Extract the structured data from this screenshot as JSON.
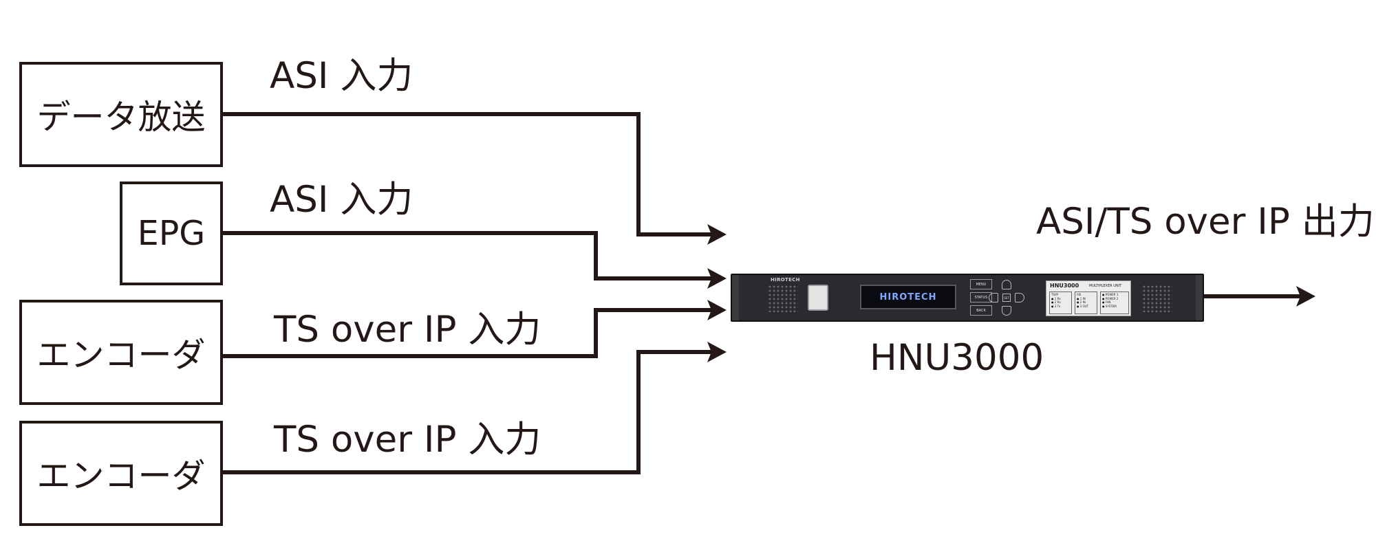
{
  "sources": [
    {
      "name": "データ放送",
      "input_label": "ASI 入力"
    },
    {
      "name": "EPG",
      "input_label": "ASI 入力"
    },
    {
      "name": "エンコーダ",
      "input_label": "TS over IP 入力"
    },
    {
      "name": "エンコーダ",
      "input_label": "TS over IP 入力"
    }
  ],
  "output_label": "ASI/TS over IP 出力",
  "device": {
    "name": "HNU3000",
    "brand_small": "HIROTECH",
    "display_text": "HIROTECH",
    "buttons": [
      "MENU",
      "STATUS",
      "BACK"
    ],
    "set_label": "SET",
    "panel_model": "HNU3000",
    "panel_unit": "MULTIPLEXER UNIT",
    "panel_columns": [
      {
        "title": "TS/IP",
        "items": [
          "● 1 Rx",
          "● 2 Rx",
          "● 3 Tx"
        ]
      },
      {
        "title": "ASI",
        "items": [
          "● 1 IN",
          "● 2 IN",
          "● 3 OUT"
        ]
      },
      {
        "title": "",
        "items": [
          "● POWER 1",
          "● POWER 2",
          "● FAN",
          "● SYSTEM"
        ]
      }
    ]
  },
  "colors": {
    "line": "#231815",
    "device_body": "#2a2b2e",
    "display_text": "#7ea8ff"
  }
}
